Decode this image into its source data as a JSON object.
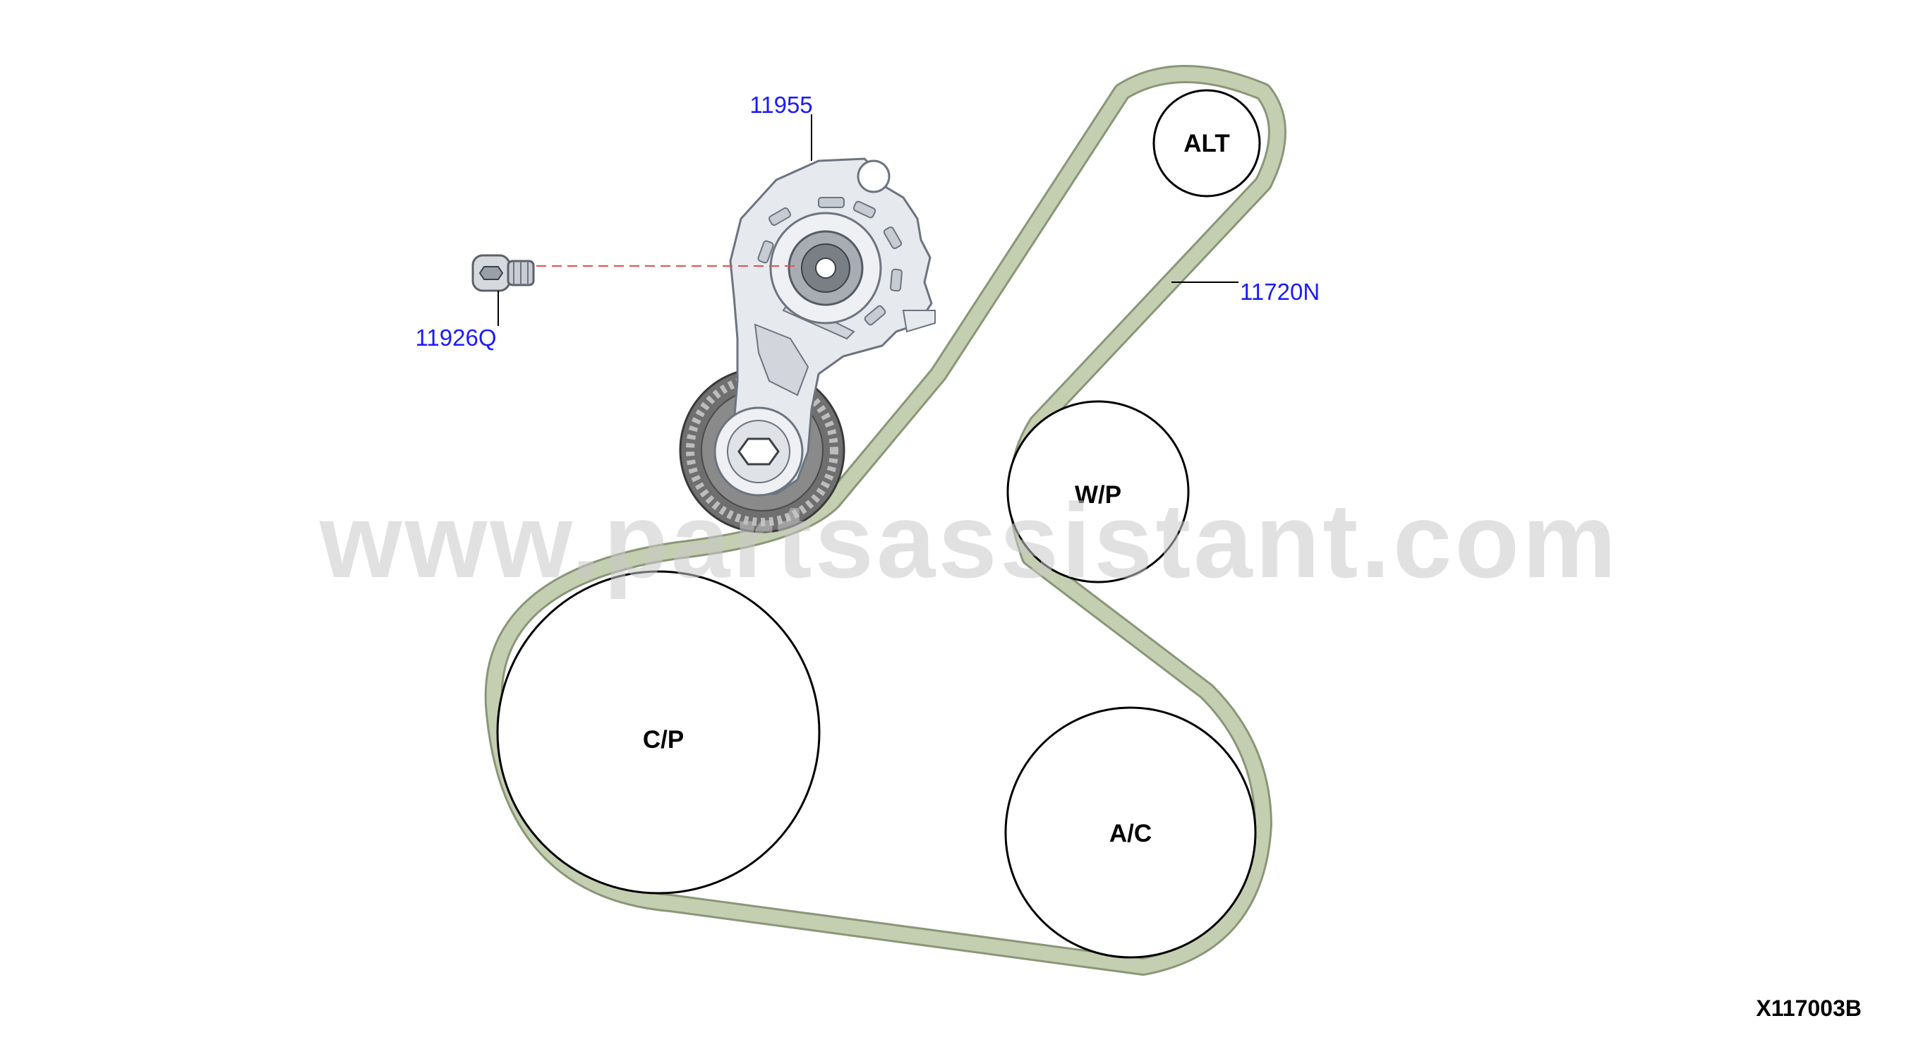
{
  "diagram": {
    "figure_id": "X117003B",
    "watermark": "www.partsassistant.com",
    "pulleys": {
      "alt": "ALT",
      "wp": "W/P",
      "cp": "C/P",
      "ac": "A/C"
    },
    "callouts": {
      "tensioner": "11955",
      "bolt": "11926Q",
      "belt": "11720N"
    },
    "colors": {
      "belt": "#c4ceb0",
      "belt_edge": "#8a9678",
      "callout_text": "#1a1aff",
      "leader_dash": "#e05050"
    }
  }
}
